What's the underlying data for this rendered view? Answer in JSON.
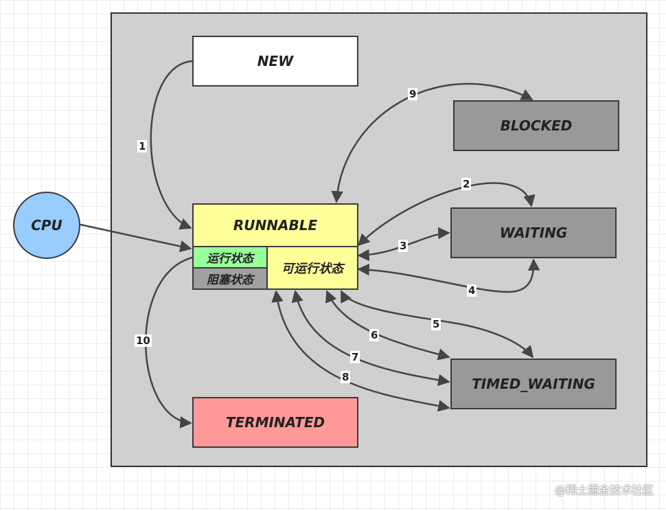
{
  "states": {
    "new": "NEW",
    "blocked": "BLOCKED",
    "waiting": "WAITING",
    "timed_waiting": "TIMED_WAITING",
    "terminated": "TERMINATED",
    "runnable": "RUNNABLE",
    "runnable_ready": "可运行状态",
    "running": "运行状态",
    "runnable_blocked": "阻塞状态"
  },
  "cpu": "CPU",
  "transitions": [
    "1",
    "2",
    "3",
    "4",
    "5",
    "6",
    "7",
    "8",
    "9",
    "10"
  ],
  "watermark": "@稀土掘金技术社区",
  "colors": {
    "panel": "#d0d0d0",
    "new": "#ffffff",
    "runnable": "#ffff99",
    "running": "#99ff99",
    "blocked_state": "#999999",
    "terminated": "#ff9999",
    "cpu": "#99ccff"
  }
}
